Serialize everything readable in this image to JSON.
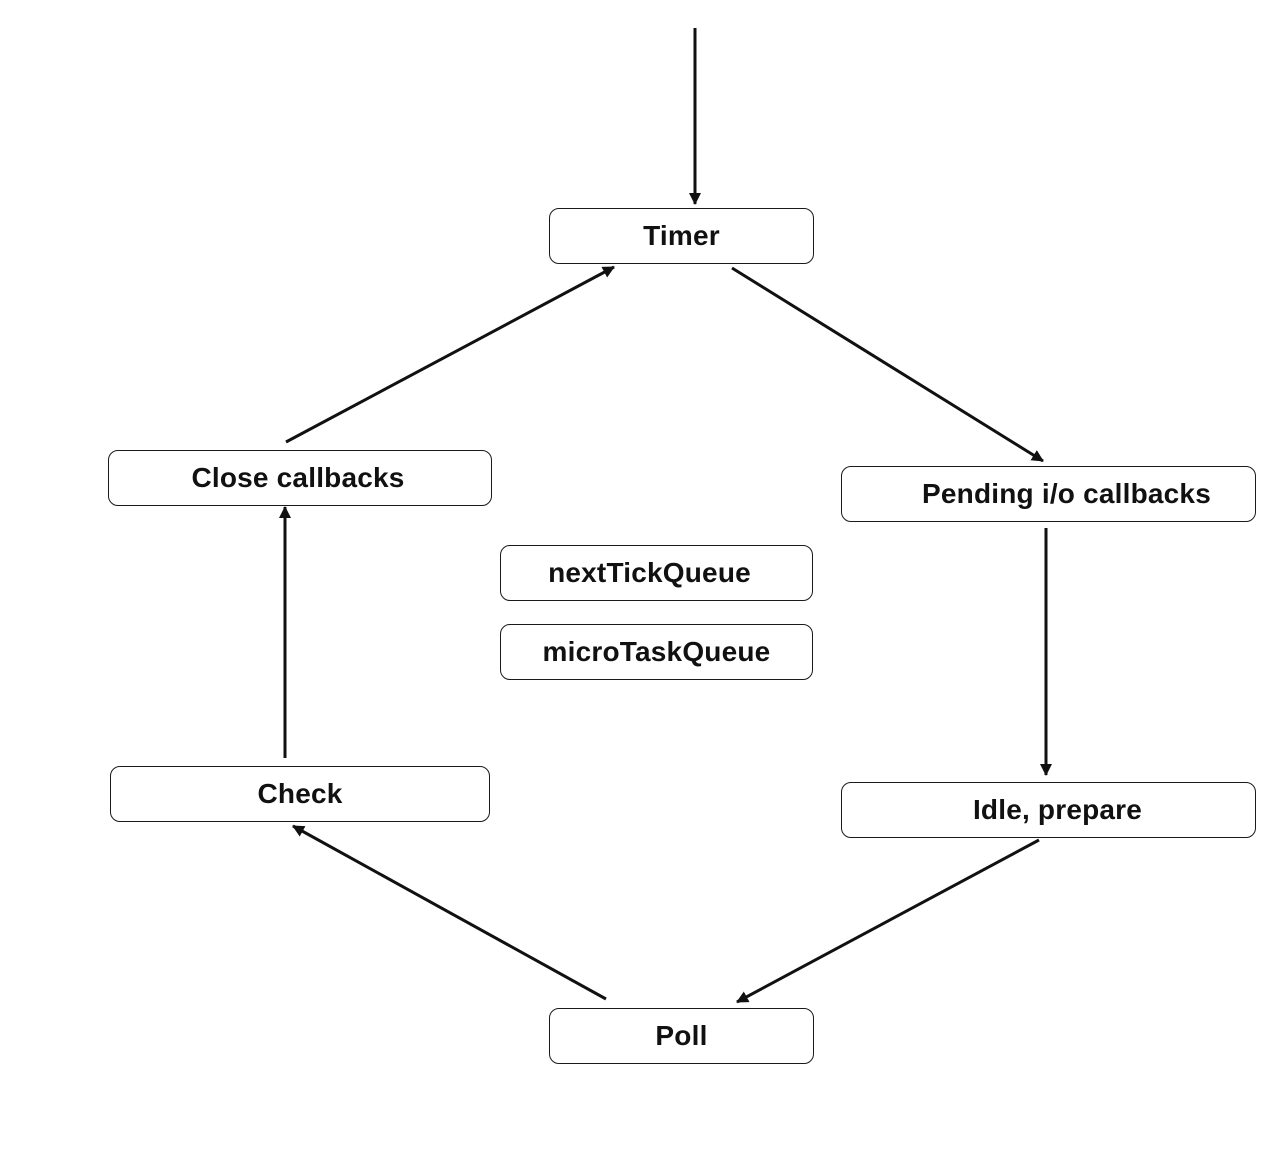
{
  "diagram": {
    "nodes": {
      "timer": "Timer",
      "pending_io": "Pending i/o callbacks",
      "idle_prepare": "Idle, prepare",
      "poll": "Poll",
      "check": "Check",
      "close_callbacks": "Close callbacks",
      "next_tick_queue": "nextTickQueue",
      "micro_task_queue": "microTaskQueue"
    },
    "edges": [
      {
        "from": "entry",
        "to": "Timer"
      },
      {
        "from": "Timer",
        "to": "Pending i/o callbacks"
      },
      {
        "from": "Pending i/o callbacks",
        "to": "Idle, prepare"
      },
      {
        "from": "Idle, prepare",
        "to": "Poll"
      },
      {
        "from": "Poll",
        "to": "Check"
      },
      {
        "from": "Check",
        "to": "Close callbacks"
      },
      {
        "from": "Close callbacks",
        "to": "Timer"
      }
    ],
    "colors": {
      "line": "#111111",
      "box_border": "#1a1a1a",
      "background": "#ffffff"
    }
  }
}
